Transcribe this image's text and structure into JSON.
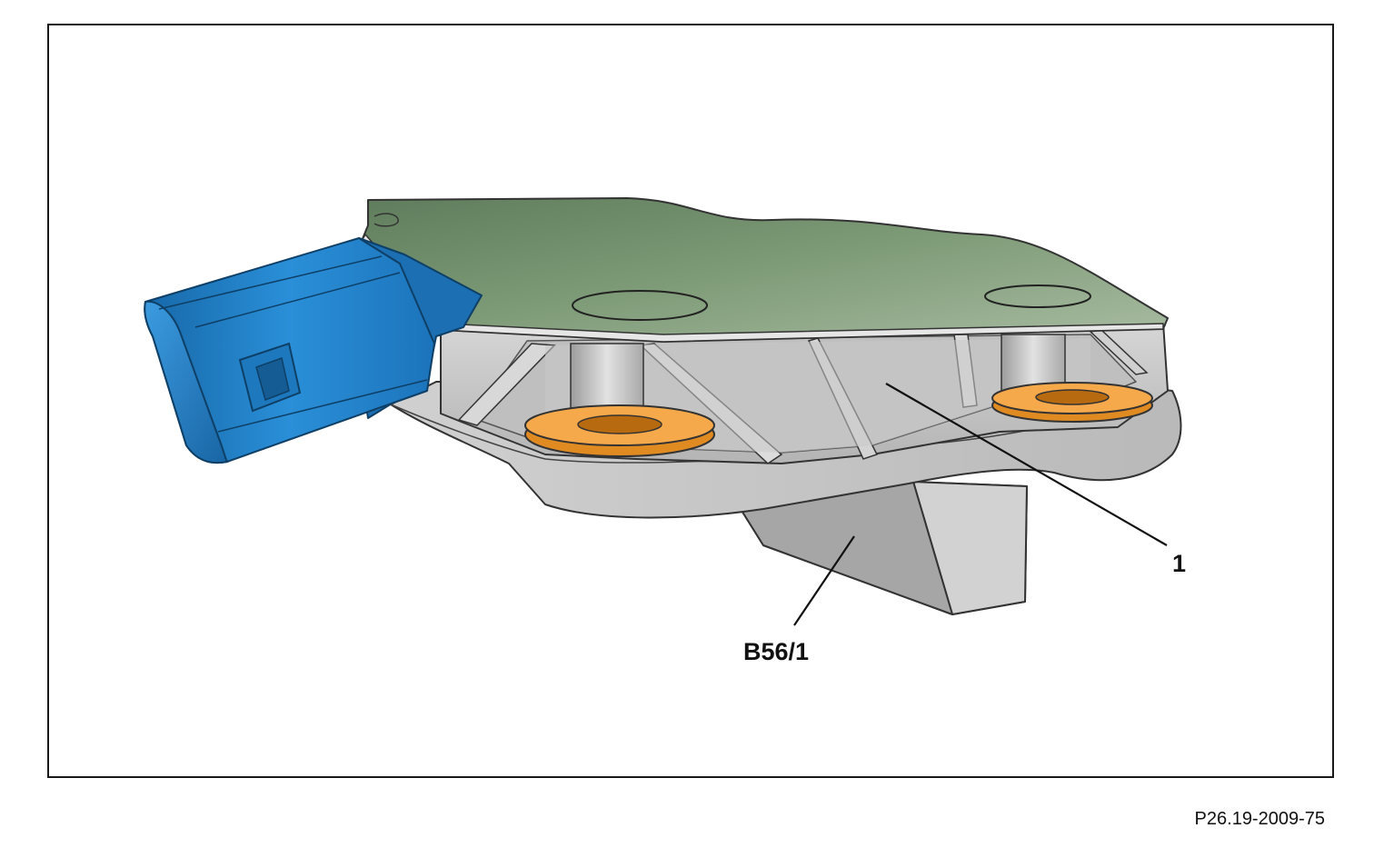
{
  "diagram": {
    "callouts": [
      {
        "id": "part-1",
        "label": "1"
      },
      {
        "id": "sensor",
        "label": "B56/1"
      }
    ],
    "figure_reference": "P26.19-2009-75"
  },
  "colors": {
    "housing_gray": "#c8c8c8",
    "housing_dark": "#8f8f8f",
    "cover_green": "#6f8f6c",
    "connector_blue": "#1f7fc8",
    "washer_orange": "#f2a03a",
    "frame_border": "#1a1a1a"
  }
}
